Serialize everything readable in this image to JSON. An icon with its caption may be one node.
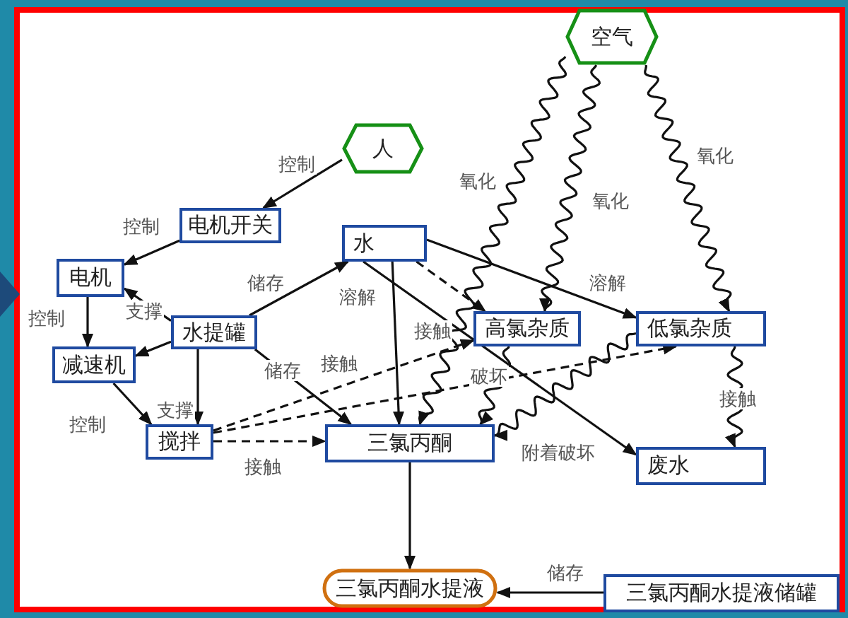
{
  "diagram": {
    "nodes": [
      {
        "text": [
          "空气"
        ]
      },
      {
        "text": [
          "人"
        ]
      },
      {
        "text": [
          "电机开关"
        ]
      },
      {
        "text": [
          "水"
        ]
      },
      {
        "text": [
          "电机"
        ]
      },
      {
        "text": [
          "水提罐"
        ]
      },
      {
        "text": [
          "高氯杂质"
        ]
      },
      {
        "text": [
          "低氯杂质"
        ]
      },
      {
        "text": [
          "减速机"
        ]
      },
      {
        "text": [
          "搅拌"
        ]
      },
      {
        "text": [
          "三氯丙酮"
        ]
      },
      {
        "text": [
          "废水"
        ]
      },
      {
        "text": [
          "三氯丙酮水提液"
        ]
      },
      {
        "text": [
          "三氯丙酮水提液储罐"
        ]
      }
    ],
    "edges": [
      {
        "from": 1,
        "to": 2,
        "arrow": "to",
        "label": "控制"
      },
      {
        "from": 2,
        "to": 4,
        "arrow": "to",
        "label": "控制"
      },
      {
        "from": 4,
        "to": 8,
        "arrow": "to",
        "label": "控制"
      },
      {
        "from": 8,
        "to": 9,
        "arrow": "to",
        "label": "控制"
      },
      {
        "from": 5,
        "to": 4,
        "arrow": "to",
        "label": "支撑"
      },
      {
        "from": 5,
        "to": 8,
        "arrow": "to"
      },
      {
        "from": 5,
        "to": 9,
        "arrow": "to",
        "label": "支撑"
      },
      {
        "from": 5,
        "to": 3,
        "arrow": "to",
        "label": "储存"
      },
      {
        "from": 5,
        "to": 10,
        "arrow": "to",
        "label": "储存"
      },
      {
        "from": 3,
        "to": 10,
        "arrow": "to",
        "label": "溶解"
      },
      {
        "from": 3,
        "to": 11,
        "arrow": "to",
        "label": "接触"
      },
      {
        "from": 3,
        "to": 6,
        "arrow": "to",
        "style": "dashed"
      },
      {
        "from": 3,
        "to": 7,
        "arrow": "to",
        "label": "溶解"
      },
      {
        "from": 9,
        "to": 10,
        "arrow": "to",
        "style": "dashed",
        "label": "接触"
      },
      {
        "from": 9,
        "to": 6,
        "arrow": "to",
        "style": "dashed",
        "label": "接触"
      },
      {
        "from": 9,
        "to": 7,
        "arrow": "to",
        "style": "dashed"
      },
      {
        "from": 0,
        "to": 10,
        "arrow": "to",
        "label": "氧化"
      },
      {
        "from": 0,
        "to": 6,
        "arrow": "to",
        "label": "氧化"
      },
      {
        "from": 0,
        "to": 7,
        "arrow": "to",
        "label": "氧化"
      },
      {
        "from": 6,
        "to": 10,
        "arrow": "to",
        "label": "破坏"
      },
      {
        "from": 7,
        "to": 10,
        "arrow": "to",
        "label": "附着破坏"
      },
      {
        "from": 7,
        "to": 11,
        "arrow": "to",
        "label": "接触"
      },
      {
        "from": 10,
        "to": 12,
        "arrow": "to"
      },
      {
        "from": 13,
        "to": 12,
        "arrow": "to",
        "label": "储存"
      }
    ]
  }
}
